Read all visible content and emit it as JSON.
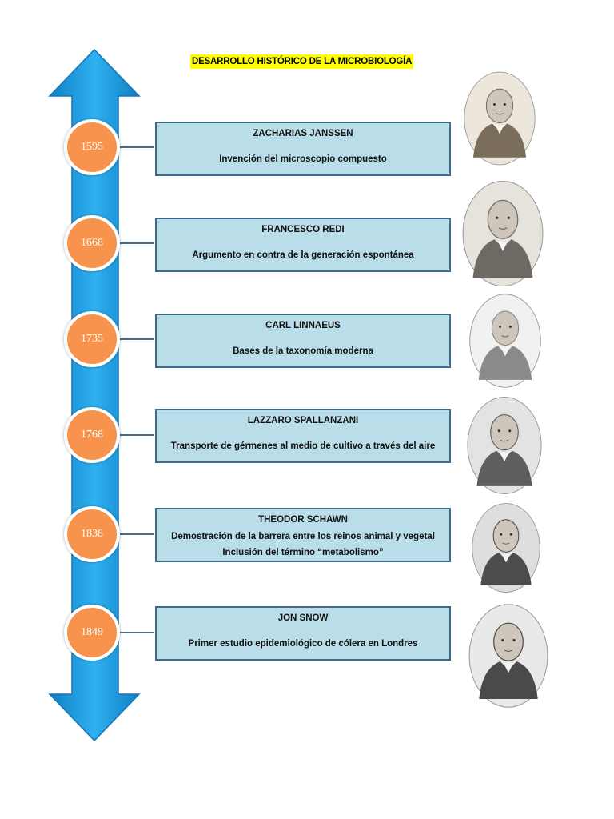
{
  "title": "DESARROLLO HISTÓRICO DE LA MICROBIOLOGÍA",
  "colors": {
    "arrow": "#1ba1e6",
    "year_circle": "#f7934d",
    "box_fill": "#b9dde9",
    "box_border": "#3f6a8a",
    "title_highlight": "#ffff00"
  },
  "events": [
    {
      "year": "1595",
      "name": "ZACHARIAS JANSSEN",
      "desc": "Invención del microscopio compuesto",
      "desc2": "",
      "portrait": "zacharias-janssen-portrait"
    },
    {
      "year": "1668",
      "name": "FRANCESCO REDI",
      "desc": "Argumento en contra de la generación espontánea",
      "desc2": "",
      "portrait": "francesco-redi-portrait"
    },
    {
      "year": "1735",
      "name": "CARL LINNAEUS",
      "desc": "Bases de la taxonomía moderna",
      "desc2": "",
      "portrait": "carl-linnaeus-portrait"
    },
    {
      "year": "1768",
      "name": "LAZZARO SPALLANZANI",
      "desc": "Transporte de gérmenes al medio de cultivo a través del aire",
      "desc2": "",
      "portrait": "lazzaro-spallanzani-portrait"
    },
    {
      "year": "1838",
      "name": "THEODOR SCHAWN",
      "desc": "Demostración de la barrera entre los reinos animal y vegetal",
      "desc2": "Inclusión del término “metabolismo”",
      "portrait": "theodor-schwann-portrait"
    },
    {
      "year": "1849",
      "name": "JON SNOW",
      "desc": "Primer estudio epidemiológico de cólera en Londres",
      "desc2": "",
      "portrait": "john-snow-portrait"
    }
  ]
}
